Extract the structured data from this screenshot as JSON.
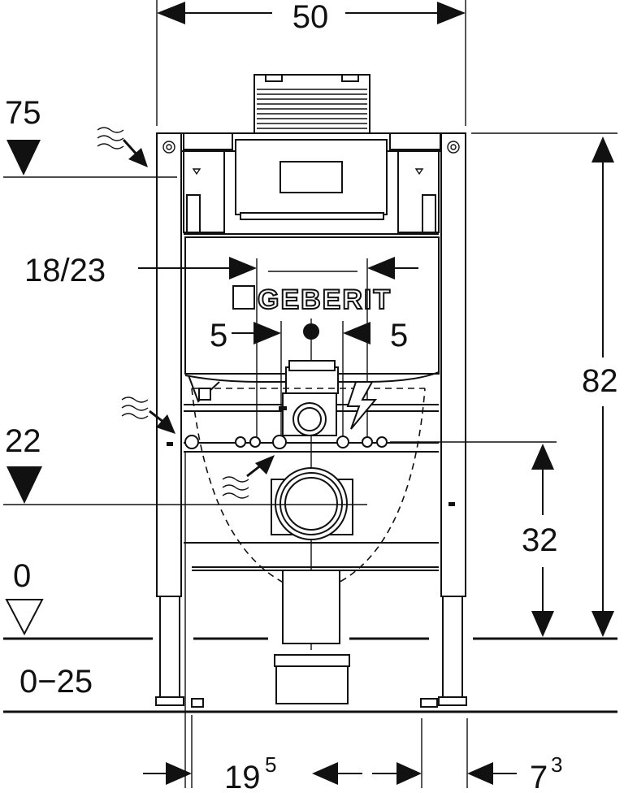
{
  "dimensions": {
    "width": "50",
    "height": "82",
    "flush_height": "75",
    "pipe_spacing": "18/23",
    "offset_left": "5",
    "offset_right": "5",
    "connection_height": "22",
    "drain_height": "32",
    "floor_level": "0",
    "floor_range": "0−25",
    "depth_main": "19",
    "depth_main_sup": "5",
    "depth_side": "7",
    "depth_side_sup": "3"
  },
  "brand": {
    "logo_text": "GEBERIT"
  },
  "icons": {
    "water_supply": "water-wave-arrow-icon",
    "electric": "lightning-icon",
    "level_mark": "level-triangle-icon",
    "floor_mark": "floor-level-open-triangle-icon"
  }
}
